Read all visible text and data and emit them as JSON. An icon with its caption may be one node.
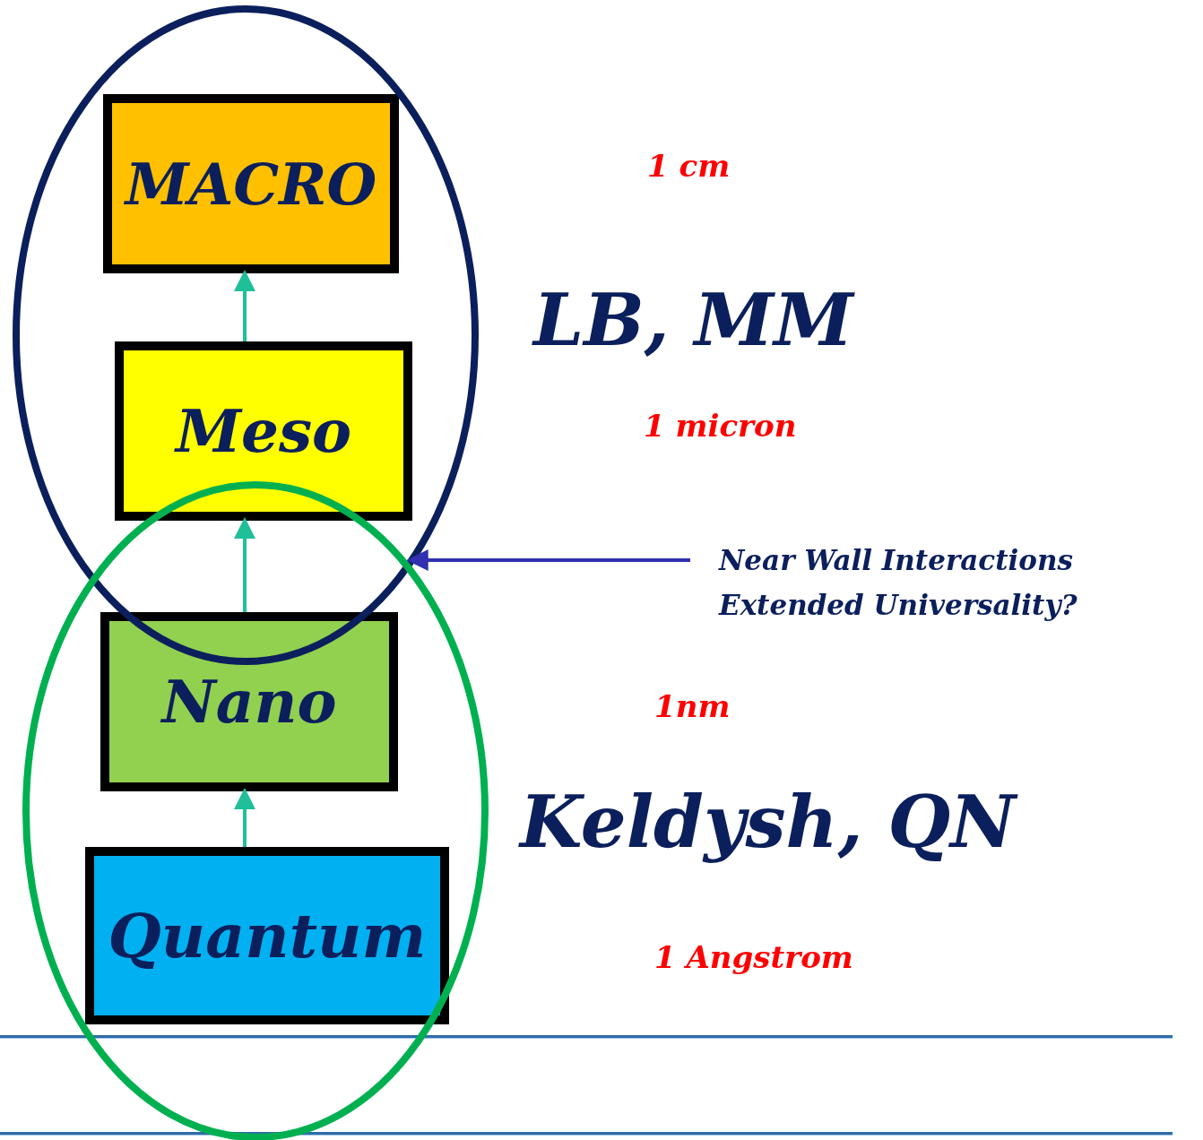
{
  "diagram": {
    "nodes": [
      {
        "text": [],
        "shape": "circle"
      },
      {
        "text": [
          "MACRO"
        ],
        "in": 0
      },
      {
        "text": [
          "Meso"
        ],
        "in": 0
      },
      {
        "text": [],
        "shape": "circle"
      },
      {
        "text": [
          "Nano"
        ],
        "in": 3
      },
      {
        "text": [
          "Quantum"
        ],
        "in": 3
      },
      {
        "text": [
          "Near Wall Interactions",
          "Extended Universality?"
        ]
      }
    ],
    "edges": [
      {
        "from": 5,
        "to": 4,
        "arrow": "to"
      },
      {
        "from": 4,
        "to": 2,
        "arrow": "to"
      },
      {
        "from": 2,
        "to": 1,
        "arrow": "to"
      },
      {
        "from": 6,
        "to": 3,
        "arrow": "to",
        "color": "#3030b0"
      }
    ],
    "labels": [
      "1 cm",
      "LB, MM",
      "1 micron",
      "1nm",
      "Keldysh, QN",
      "1 Angstrom"
    ]
  }
}
